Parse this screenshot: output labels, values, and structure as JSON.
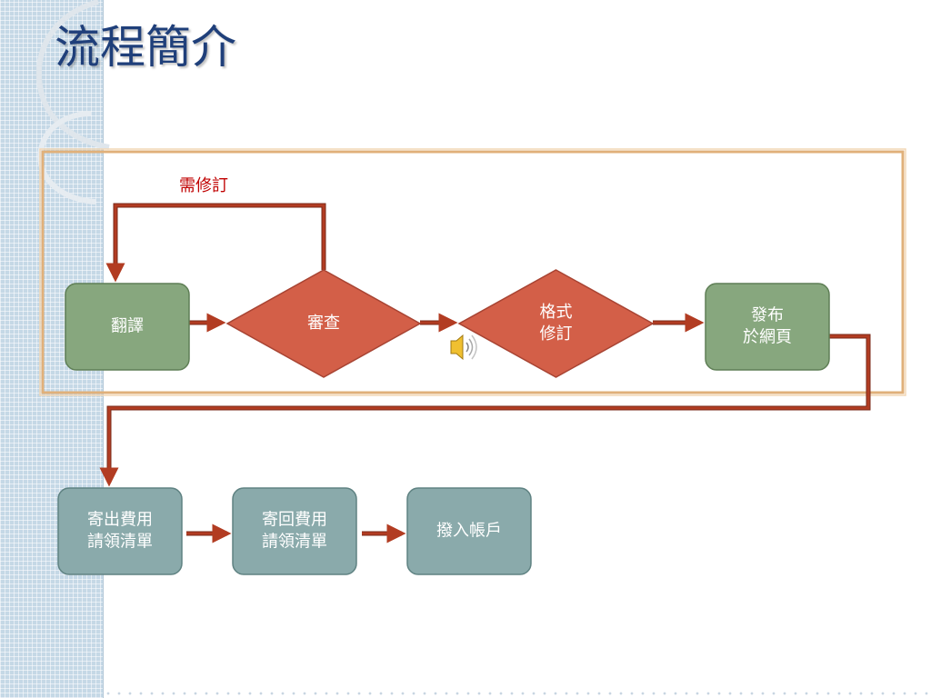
{
  "title": "流程簡介",
  "colors": {
    "title": "#1f3f7a",
    "green_node": "#87a77e",
    "green_node_border": "#5f7f56",
    "decision": "#d35f48",
    "decision_border": "#a84433",
    "teal_node": "#8aaaab",
    "teal_node_border": "#5f8282",
    "connector": "#b23c22",
    "connector_outline": "#7a2a18",
    "highlight_frame": "#e0b07a",
    "revise_label": "#c00000"
  },
  "diagram": {
    "nodes": [
      {
        "id": "translate",
        "shape": "rounded-rect",
        "lines": [
          "翻譯"
        ]
      },
      {
        "id": "review",
        "shape": "diamond",
        "lines": [
          "審查"
        ]
      },
      {
        "id": "format",
        "shape": "diamond",
        "lines": [
          "格式",
          "修訂"
        ]
      },
      {
        "id": "publish",
        "shape": "rounded-rect",
        "lines": [
          "發布",
          "於網頁"
        ]
      },
      {
        "id": "send-claim",
        "shape": "rounded-rect",
        "lines": [
          "寄出費用",
          "請領清單"
        ]
      },
      {
        "id": "return-claim",
        "shape": "rounded-rect",
        "lines": [
          "寄回費用",
          "請領清單"
        ]
      },
      {
        "id": "deposit",
        "shape": "rounded-rect",
        "lines": [
          "撥入帳戶"
        ]
      }
    ],
    "edges": [
      {
        "from": "translate",
        "to": "review"
      },
      {
        "from": "review",
        "to": "format"
      },
      {
        "from": "format",
        "to": "publish"
      },
      {
        "from": "review",
        "to": "translate",
        "label": "需修訂"
      },
      {
        "from": "publish",
        "to": "send-claim"
      },
      {
        "from": "send-claim",
        "to": "return-claim"
      },
      {
        "from": "return-claim",
        "to": "deposit"
      }
    ]
  },
  "icons": {
    "audio": "speaker-icon"
  }
}
